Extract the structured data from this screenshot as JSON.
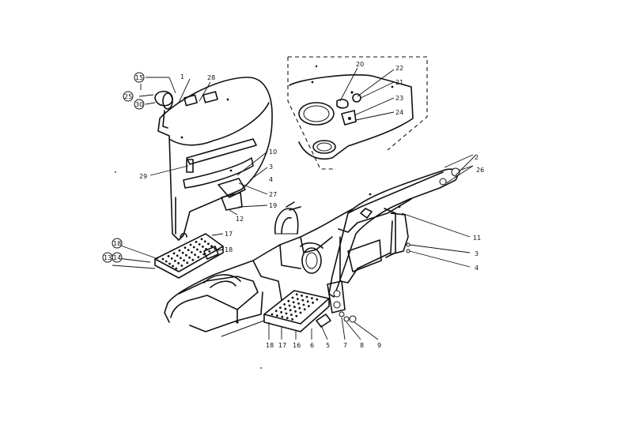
{
  "labels": {
    "l1": "1",
    "l2": "2",
    "l3a": "3",
    "l3b": "3",
    "l4a": "4",
    "l4b": "4",
    "l5": "5",
    "l6": "6",
    "l7": "7",
    "l8": "8",
    "l9": "9",
    "l10": "10",
    "l11": "11",
    "l12": "12",
    "l13": "13",
    "l14": "14",
    "l15": "15",
    "l16a": "16",
    "l16b": "16",
    "l17a": "17",
    "l17b": "17",
    "l18a": "18",
    "l18b": "18",
    "l19": "19",
    "l20": "20",
    "l21": "21",
    "l22": "22",
    "l23": "23",
    "l24": "24",
    "l25": "25",
    "l26": "26",
    "l27": "27",
    "l28": "28",
    "l29": "29",
    "l30": "30"
  }
}
